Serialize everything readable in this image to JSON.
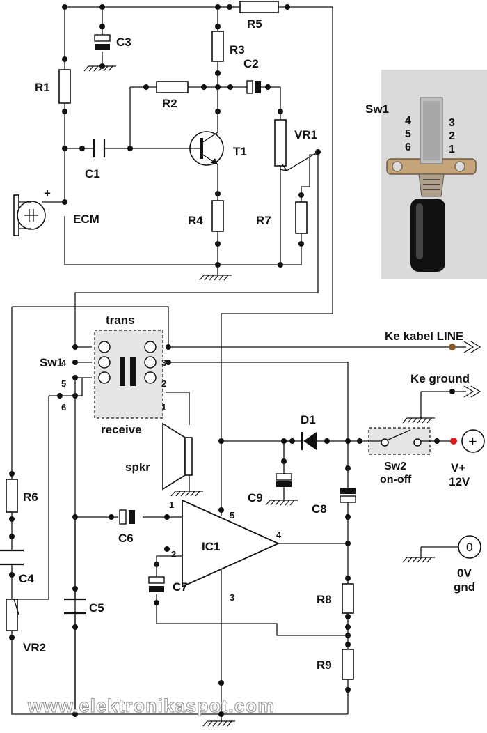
{
  "components": {
    "r1": "R1",
    "r2": "R2",
    "r3": "R3",
    "r4": "R4",
    "r5": "R5",
    "r6": "R6",
    "r7": "R7",
    "r8": "R8",
    "r9": "R9",
    "c1": "C1",
    "c2": "C2",
    "c3": "C3",
    "c4": "C4",
    "c5": "C5",
    "c6": "C6",
    "c7": "C7",
    "c8": "C8",
    "c9": "C9",
    "vr1": "VR1",
    "vr2": "VR2",
    "t1": "T1",
    "ecm": "ECM",
    "ic1": "IC1",
    "d1": "D1",
    "spkr": "spkr",
    "ecm_plus": "+"
  },
  "switch": {
    "label": "Sw1",
    "trans": "trans",
    "receive": "receive",
    "pins_left": [
      "4",
      "5",
      "6"
    ],
    "pins_right": [
      "3",
      "2",
      "1"
    ]
  },
  "photo": {
    "label": "Sw1",
    "pins_left": [
      "4",
      "5",
      "6"
    ],
    "pins_right": [
      "3",
      "2",
      "1"
    ]
  },
  "ic_pins": {
    "in": "1",
    "fb": "2",
    "gnd": "3",
    "out": "4",
    "vcc": "5"
  },
  "connections": {
    "line": "Ke kabel LINE",
    "ground": "Ke ground",
    "sw2": "Sw2",
    "sw2_sub": "on-off",
    "vplus": "V+",
    "vplus_sub": "12V",
    "zero": "0V",
    "zero_sub": "gnd",
    "plus_symbol": "+",
    "zero_symbol": "0"
  },
  "watermark": "www.elektronikaspot.com"
}
